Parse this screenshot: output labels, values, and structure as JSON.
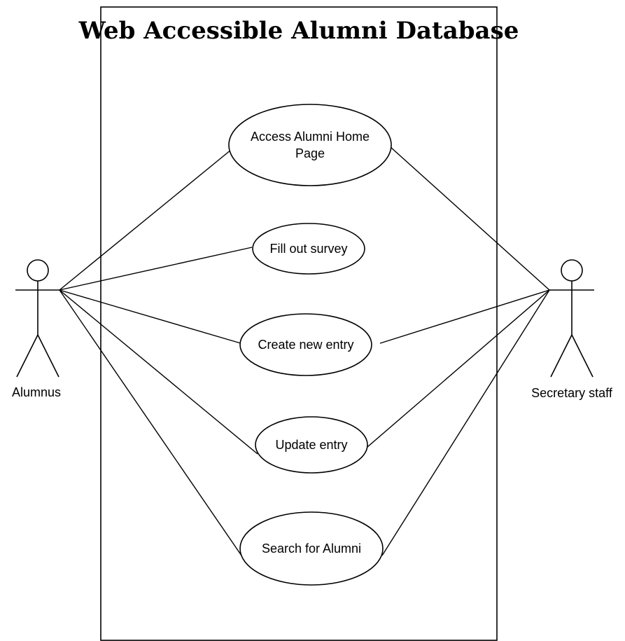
{
  "diagram": {
    "type": "use-case",
    "title": "Web Accessible Alumni Database",
    "actors": [
      {
        "id": "alumnus",
        "label": "Alumnus"
      },
      {
        "id": "secretary",
        "label": "Secretary staff"
      }
    ],
    "use_cases": [
      {
        "id": "access_home",
        "lines": [
          "Access Alumni Home",
          "Page"
        ]
      },
      {
        "id": "fill_survey",
        "lines": [
          "Fill out survey"
        ]
      },
      {
        "id": "create_entry",
        "lines": [
          "Create new entry"
        ]
      },
      {
        "id": "update_entry",
        "lines": [
          "Update entry"
        ]
      },
      {
        "id": "search_alumni",
        "lines": [
          "Search for Alumni"
        ]
      }
    ],
    "associations": [
      {
        "actor": "alumnus",
        "use_case": "access_home"
      },
      {
        "actor": "alumnus",
        "use_case": "fill_survey"
      },
      {
        "actor": "alumnus",
        "use_case": "create_entry"
      },
      {
        "actor": "alumnus",
        "use_case": "update_entry"
      },
      {
        "actor": "alumnus",
        "use_case": "search_alumni"
      },
      {
        "actor": "secretary",
        "use_case": "access_home"
      },
      {
        "actor": "secretary",
        "use_case": "create_entry"
      },
      {
        "actor": "secretary",
        "use_case": "update_entry"
      },
      {
        "actor": "secretary",
        "use_case": "search_alumni"
      }
    ]
  }
}
